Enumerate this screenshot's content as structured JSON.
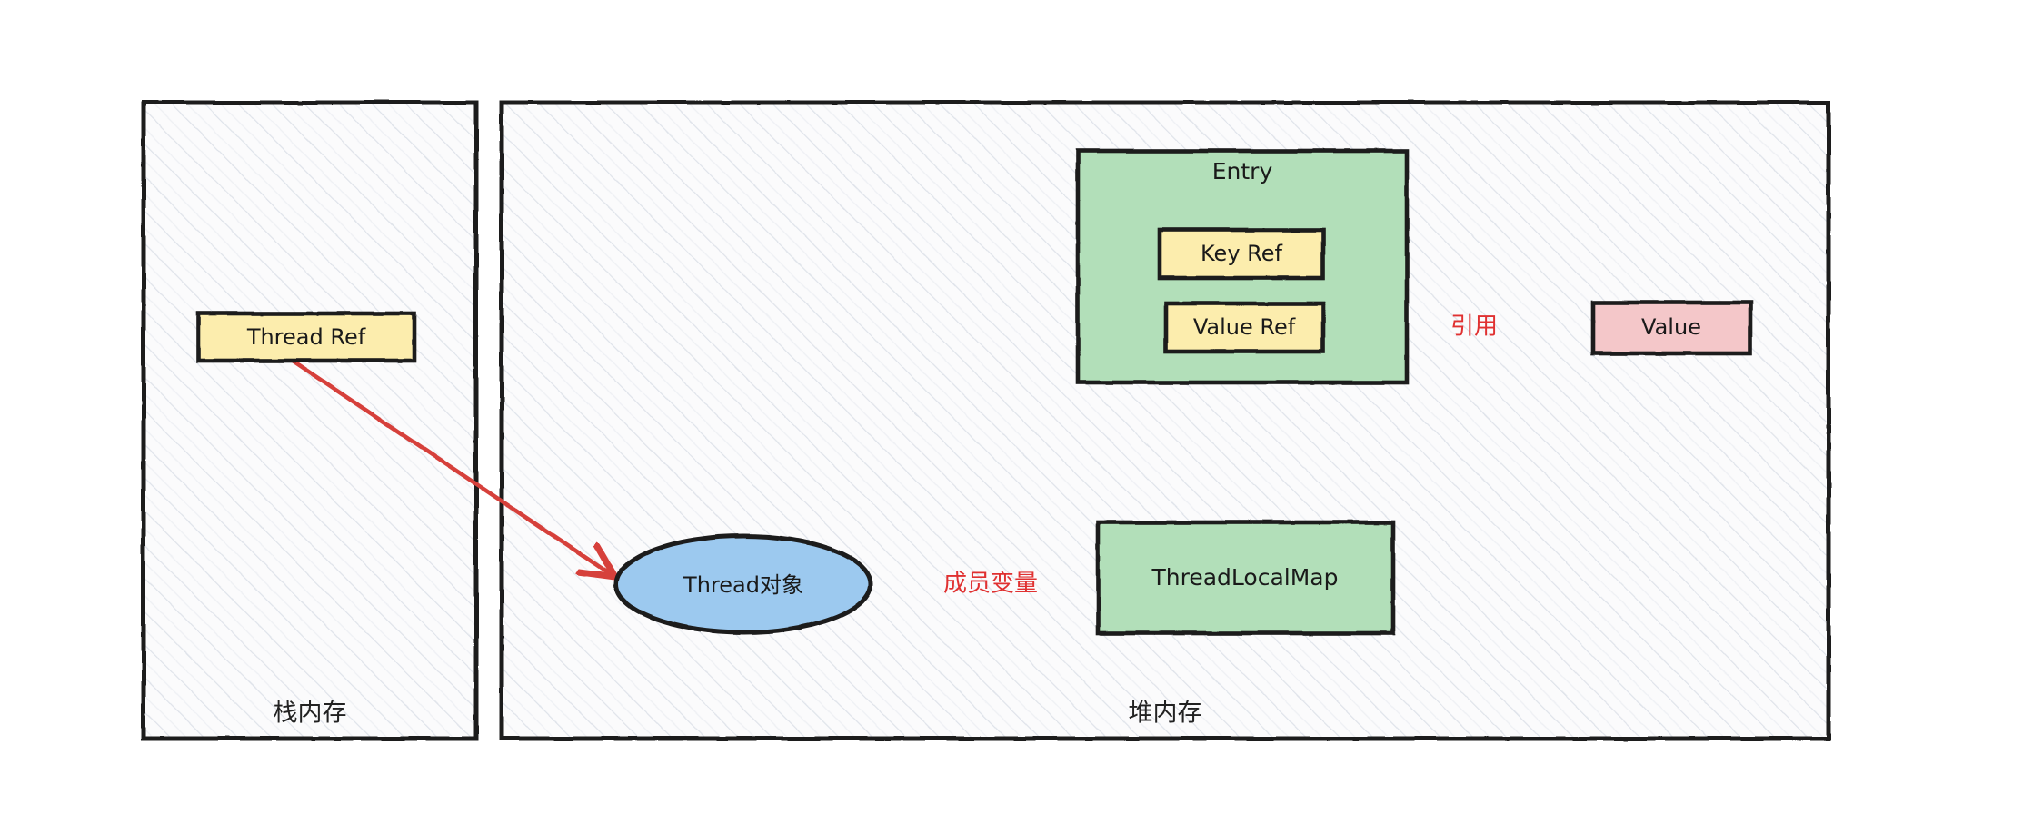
{
  "diagram": {
    "title": "ThreadLocal memory reference diagram",
    "colors": {
      "stroke": "#1a1a1a",
      "arrow": "#d6413b",
      "arrow_label": "#e03131",
      "yellow_fill": "#fcedad",
      "green_fill": "#b2dfb9",
      "blue_fill": "#9cc9ef",
      "pink_fill": "#f4c7c9",
      "hatch_line": "#dfe3ea",
      "container_fill": "#fbfbfc"
    },
    "containers": [
      {
        "id": "stack",
        "label": "栈内存"
      },
      {
        "id": "heap",
        "label": "堆内存"
      }
    ],
    "nodes": [
      {
        "id": "thread-ref",
        "label": "Thread Ref",
        "shape": "rect",
        "fill": "yellow"
      },
      {
        "id": "entry",
        "label": "Entry",
        "shape": "rect",
        "fill": "green"
      },
      {
        "id": "key-ref",
        "label": "Key Ref",
        "shape": "rect",
        "fill": "yellow"
      },
      {
        "id": "value-ref",
        "label": "Value Ref",
        "shape": "rect",
        "fill": "yellow"
      },
      {
        "id": "value",
        "label": "Value",
        "shape": "rect",
        "fill": "pink"
      },
      {
        "id": "thread-object",
        "label": "Thread对象",
        "shape": "ellipse",
        "fill": "blue"
      },
      {
        "id": "threadlocalmap",
        "label": "ThreadLocalMap",
        "shape": "rect",
        "fill": "green"
      }
    ],
    "edges": [
      {
        "id": "thread-ref-to-thread-object",
        "from": "thread-ref",
        "to": "thread-object",
        "label": ""
      },
      {
        "id": "thread-object-to-map",
        "from": "thread-object",
        "to": "threadlocalmap",
        "label": "成员变量"
      },
      {
        "id": "map-to-entry",
        "from": "threadlocalmap",
        "to": "entry",
        "label": ""
      },
      {
        "id": "value-ref-to-value",
        "from": "value-ref",
        "to": "value",
        "label": "引用"
      }
    ]
  }
}
